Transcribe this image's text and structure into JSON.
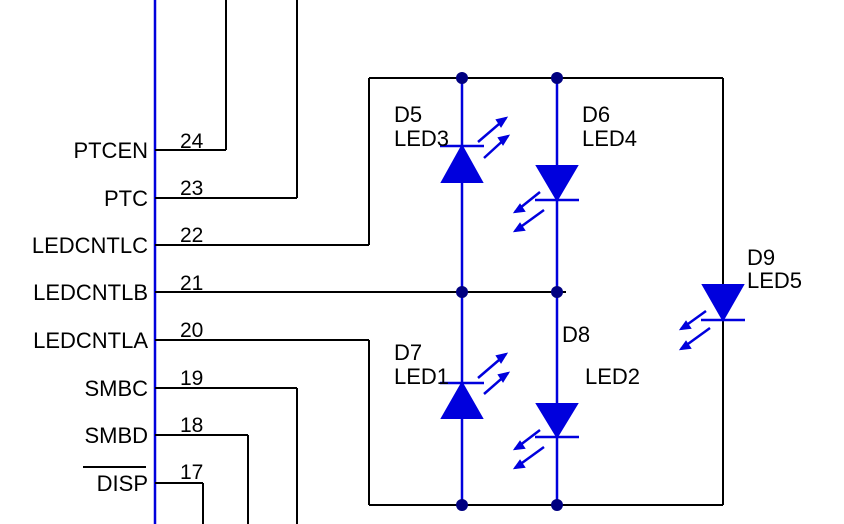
{
  "pins": [
    {
      "name": "PTCEN",
      "number": "24",
      "overline": false
    },
    {
      "name": "PTC",
      "number": "23",
      "overline": false
    },
    {
      "name": "LEDCNTLC",
      "number": "22",
      "overline": false
    },
    {
      "name": "LEDCNTLB",
      "number": "21",
      "overline": false
    },
    {
      "name": "LEDCNTLA",
      "number": "20",
      "overline": false
    },
    {
      "name": "SMBC",
      "number": "19",
      "overline": false
    },
    {
      "name": "SMBD",
      "number": "18",
      "overline": false
    },
    {
      "name": "DISP",
      "number": "17",
      "overline": true
    }
  ],
  "leds": [
    {
      "designator": "D5",
      "value": "LED3"
    },
    {
      "designator": "D6",
      "value": "LED4"
    },
    {
      "designator": "D7",
      "value": "LED1"
    },
    {
      "designator": "D8",
      "value": "LED2"
    },
    {
      "designator": "D9",
      "value": "LED5"
    }
  ],
  "colors": {
    "wire": "#000000",
    "component": "#0000dd",
    "junction": "#000080",
    "background": "#ffffff"
  }
}
